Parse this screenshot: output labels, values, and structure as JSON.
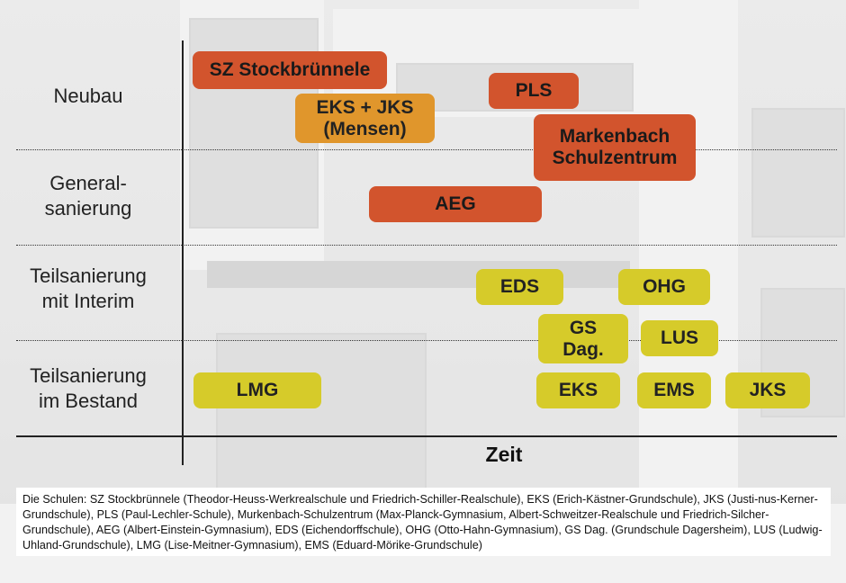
{
  "rows": {
    "neubau": "Neubau",
    "generalsanierung_1": "General-",
    "generalsanierung_2": "sanierung",
    "teil_interim_1": "Teilsanierung",
    "teil_interim_2": "mit Interim",
    "teil_bestand_1": "Teilsanierung",
    "teil_bestand_2": "im Bestand"
  },
  "schools": {
    "sz": "SZ Stockbrünnele",
    "pls": "PLS",
    "eks_jks_1": "EKS + JKS",
    "eks_jks_2": "(Mensen)",
    "markenbach_1": "Markenbach",
    "markenbach_2": "Schulzentrum",
    "aeg": "AEG",
    "eds": "EDS",
    "ohg": "OHG",
    "gs_dag_1": "GS",
    "gs_dag_2": "Dag.",
    "lus": "LUS",
    "lmg": "LMG",
    "eks": "EKS",
    "ems": "EMS",
    "jks": "JKS"
  },
  "axis_label": "Zeit",
  "footnote": "Die Schulen: SZ Stockbrünnele (Theodor-Heuss-Werkrealschule und Friedrich-Schiller-Realschule), EKS (Erich-Kästner-Grundschule), JKS (Justi-nus-Kerner-Grundschule), PLS (Paul-Lechler-Schule), Murkenbach-Schulzentrum (Max-Planck-Gymnasium, Albert-Schweitzer-Realschule und Friedrich-Silcher-Grundschule), AEG (Albert-Einstein-Gymnasium), EDS (Eichendorffschule), OHG (Otto-Hahn-Gymnasium), GS Dag. (Grundschule Dagersheim), LUS (Ludwig-Uhland-Grundschule), LMG (Lise-Meitner-Gymnasium), EMS (Eduard-Mörike-Grundschule)",
  "colors": {
    "red": "#d2542d",
    "orange": "#e0962c",
    "yellow": "#d6cb2a"
  }
}
